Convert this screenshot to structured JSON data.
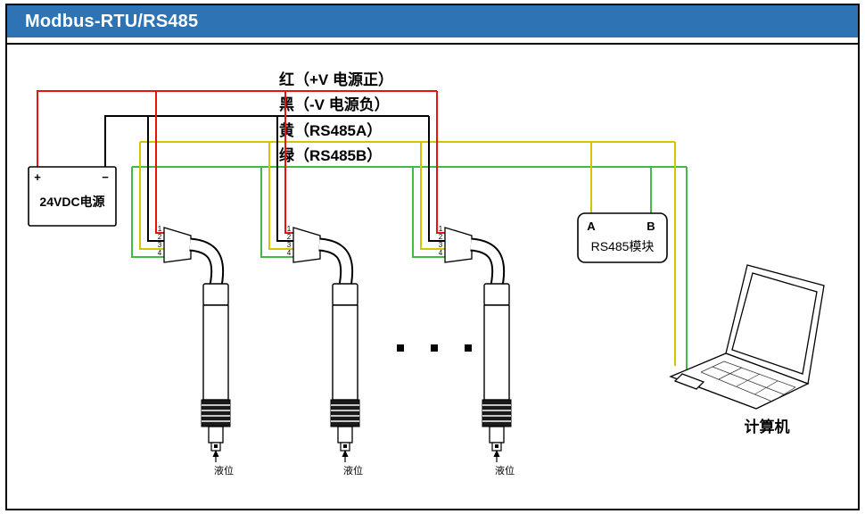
{
  "header": {
    "title": "Modbus-RTU/RS485"
  },
  "colors": {
    "header_bg": "#2e74b5",
    "wire_red": "#e8130b",
    "wire_black": "#000000",
    "wire_yellow": "#d4c300",
    "wire_green": "#3fba47"
  },
  "wire_labels": {
    "red": "红（+V 电源正）",
    "black": "黑（-V 电源负）",
    "yellow": "黄（RS485A）",
    "green": "绿（RS485B）"
  },
  "power_supply": {
    "name": "24VDC电源",
    "plus": "+",
    "minus": "−"
  },
  "sensor": {
    "pins": [
      "1",
      "2",
      "3",
      "4"
    ],
    "tip_label": "液位"
  },
  "rs485_module": {
    "name": "RS485模块",
    "terminal_a": "A",
    "terminal_b": "B"
  },
  "computer": {
    "label": "计算机"
  }
}
